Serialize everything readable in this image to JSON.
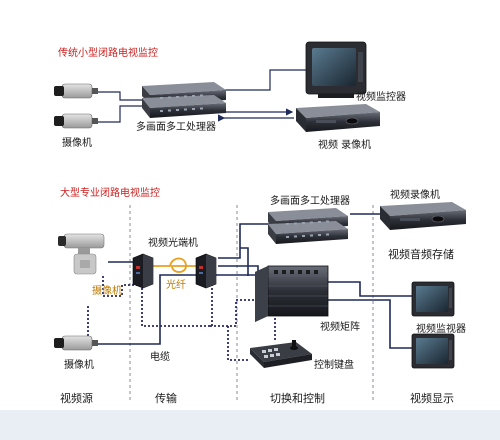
{
  "sections": {
    "small_title": "传统小型闭路电视监控",
    "large_title": "大型专业闭路电视监控"
  },
  "labels": {
    "camera_small": "摄像机",
    "processor_small": "多画面多工处理器",
    "monitor_small": "视频监控器",
    "recorder_small": "视频 录像机",
    "processor_large": "多画面多工处理器",
    "recorder_large": "视频录像机",
    "storage": "视频音频存储",
    "fiber_transceiver": "视频光端机",
    "fiber": "光纤",
    "camera_large_1": "摄像机",
    "camera_large_2": "摄像机",
    "matrix": "视频矩阵",
    "monitor_large": "视频监视器",
    "cable": "电缆",
    "keyboard": "控制键盘"
  },
  "columns": [
    "视频源",
    "传输",
    "切换和控制",
    "视频显示"
  ],
  "colors": {
    "title_red": "#c81e1e",
    "link_dark": "#1e2a5a",
    "link_dotted": "#2a2a6a",
    "fiber_orange": "#e8a020"
  }
}
